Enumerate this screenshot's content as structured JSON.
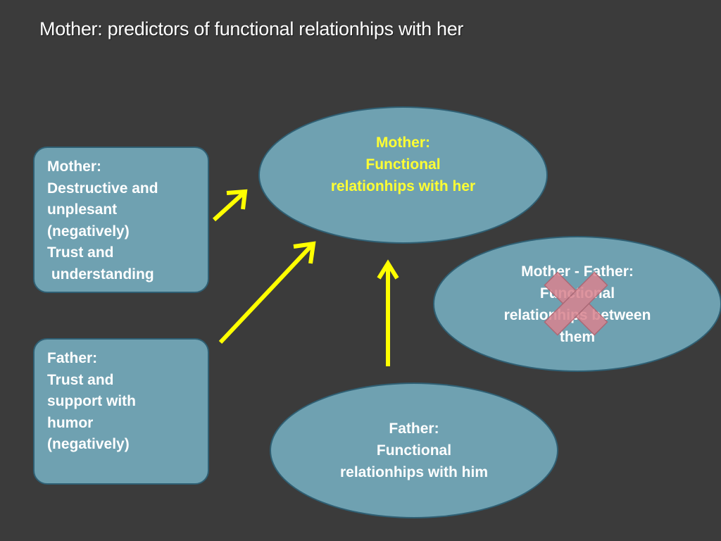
{
  "title": "Mother: predictors of functional relationhips with her",
  "boxes": {
    "mother_predictors": [
      "Mother:",
      "Destructive and",
      "unplesant",
      "(negatively)",
      "Trust and",
      " understanding"
    ],
    "father_predictors": [
      "Father:",
      "Trust and",
      "support with",
      "humor",
      "(negatively)"
    ]
  },
  "ellipses": {
    "mother_outcome": [
      "Mother:",
      "Functional",
      "relationhips with her"
    ],
    "couple_outcome": [
      "Mother - Father:",
      "Functional",
      "relationhips between",
      "them"
    ],
    "father_outcome": [
      "Father:",
      "Functional",
      "relationhips with him"
    ]
  },
  "marks": {
    "couple_outcome_crossed": true,
    "cross_color": "#d9838f"
  },
  "colors": {
    "background": "#3b3b3b",
    "shape_fill": "#6fa1b1",
    "shape_border": "#2f5f73",
    "arrow": "#ffff00",
    "highlight_text": "#ffff33",
    "text": "#ffffff"
  }
}
